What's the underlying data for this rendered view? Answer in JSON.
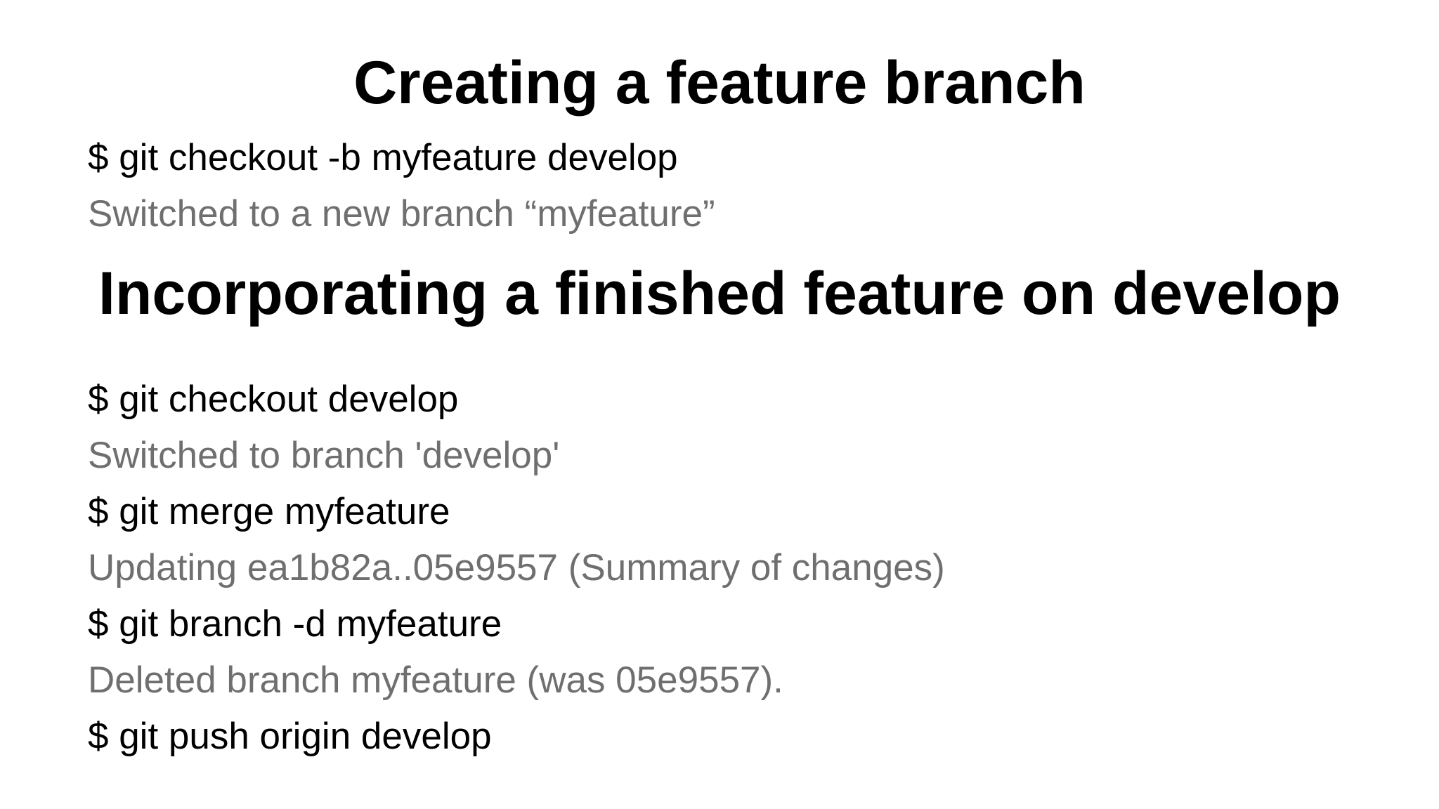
{
  "page": {
    "background_color": "#ffffff",
    "command_text_color": "#000000",
    "output_text_color": "#6f6f6f"
  },
  "sections": [
    {
      "heading": "Creating a feature branch",
      "lines": [
        {
          "type": "command",
          "text": "$ git checkout -b myfeature develop"
        },
        {
          "type": "output",
          "text": "Switched to a new branch “myfeature”"
        }
      ]
    },
    {
      "heading": "Incorporating a finished feature on develop",
      "lines": [
        {
          "type": "command",
          "text": "$ git checkout develop"
        },
        {
          "type": "output",
          "text": "Switched to branch 'develop'"
        },
        {
          "type": "command",
          "text": "$ git merge myfeature"
        },
        {
          "type": "output",
          "text": "Updating ea1b82a..05e9557 (Summary of changes)"
        },
        {
          "type": "command",
          "text": "$ git branch -d myfeature"
        },
        {
          "type": "output",
          "text": "Deleted branch myfeature (was 05e9557)."
        },
        {
          "type": "command",
          "text": "$ git push origin develop"
        }
      ]
    }
  ]
}
